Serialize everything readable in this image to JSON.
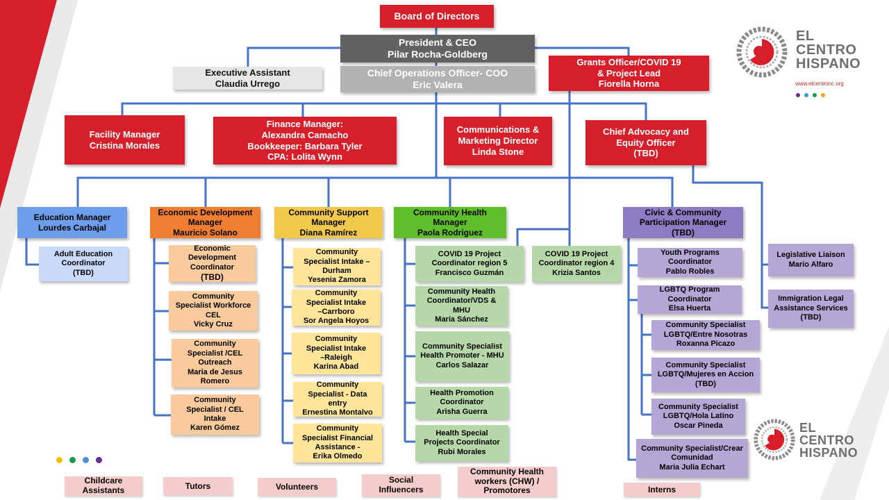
{
  "leadership": {
    "board": [
      "Board of Directors"
    ],
    "president": [
      "President & CEO",
      "Pilar Rocha-Goldberg"
    ],
    "exec_assistant": [
      "Executive Assistant",
      "Claudia Urrego"
    ],
    "coo": [
      "Chief Operations Officer- COO",
      "Eric Valera"
    ],
    "grants": [
      "Grants Officer/COVID 19",
      "& Project Lead",
      "Fiorella Horna"
    ]
  },
  "directors": {
    "facility": [
      "Facility  Manager",
      "Cristina Morales"
    ],
    "finance": [
      "Finance Manager:",
      "Alexandra Camacho",
      "Bookkeeper: Barbara Tyler",
      "CPA: Lolita Wynn"
    ],
    "communications": [
      "Communications &",
      "Marketing Director",
      "Linda Stone"
    ],
    "advocacy": [
      "Chief Advocacy and",
      "Equity Officer",
      "(TBD)"
    ]
  },
  "managers": {
    "education": [
      "Education Manager",
      "Lourdes Carbajal"
    ],
    "economic": [
      "Economic Development",
      "Manager",
      "Mauricio Solano"
    ],
    "community_support": [
      "Community Support",
      "Manager",
      "Diana Ramírez"
    ],
    "community_health": [
      "Community Health",
      "Manager",
      "Paola Rodriguez"
    ],
    "civic": [
      "Civic & Community",
      "Participation Manager",
      "(TBD)"
    ]
  },
  "education_staff": [
    [
      "Adult Education",
      "Coordinator",
      "(TBD)"
    ]
  ],
  "economic_staff": [
    [
      "Economic",
      "Development",
      "Coordinator",
      "(TBD)"
    ],
    [
      "Community",
      "Specialist Workforce",
      "CEL",
      "Vicky Cruz"
    ],
    [
      "Community",
      "Specialist /CEL",
      "Outreach",
      "Maria de Jesus",
      "Romero"
    ],
    [
      "Community",
      "Specialist / CEL",
      "Intake",
      "Karen Gómez"
    ]
  ],
  "support_staff": [
    [
      "Community",
      "Specialist Intake –",
      "Durham",
      "Yesenia Zamora"
    ],
    [
      "Community",
      "Specialist Intake",
      "–Carrboro",
      "Sor Angela Hoyos"
    ],
    [
      "Community",
      "Specialist Intake",
      "–Raleigh",
      "Karina Abad"
    ],
    [
      "Community",
      "Specialist - Data",
      "entry",
      "Ernestina Montalvo"
    ],
    [
      "Community",
      "Specialist Financial",
      "Assistance -",
      "Erika Olmedo"
    ]
  ],
  "health_staff": [
    [
      "COVID 19 Project",
      "Coordinator region 5",
      "Francisco Guzmán"
    ],
    [
      "Community Health",
      "Coordinator/VDS &",
      "MHU",
      "María Sánchez"
    ],
    [
      "Community Specialist",
      "Health Promoter - MHU",
      "Carlos Salazar"
    ],
    [
      "Health Promotion",
      "Coordinator",
      "Arisha Guerra"
    ],
    [
      "Health Special",
      "Projects Coordinator",
      "Rubi Morales"
    ]
  ],
  "covid_region4": [
    "COVID 19 Project",
    "Coordinator region 4",
    "Krizia Santos"
  ],
  "civic_staff": [
    [
      "Youth Programs",
      "Coordinator",
      "Pablo Robles"
    ],
    [
      "LGBTQ Program",
      "Coordinator",
      "Elsa Huerta"
    ],
    [
      "Community Specialist",
      "LGBTQ/Entre Nosotras",
      "Roxanna Picazo"
    ],
    [
      "Community Specialist",
      "LGBTQ/Mujeres en Accion",
      "(TBD)"
    ],
    [
      "Community Specialist",
      "LGBTQ/Hola Latino",
      "Oscar Pineda"
    ],
    [
      "Community Specialist/Crear",
      "Comunidad",
      "Maria Julia Echart"
    ]
  ],
  "advocacy_staff": [
    [
      "Legislative Liaison",
      "Mario Alfaro"
    ],
    [
      "Immigration Legal",
      "Assistance Services",
      "(TBD)"
    ]
  ],
  "volunteer_groups": [
    [
      "Childcare",
      "Assistants"
    ],
    [
      "Tutors"
    ],
    [
      "Volunteers"
    ],
    [
      "Social",
      "Influencers"
    ],
    [
      "Community Health",
      "workers (CHW) /",
      "Promotores"
    ],
    [
      "Interns"
    ]
  ],
  "logo": {
    "lines": [
      "EL",
      "CENTRO",
      "HISPANO"
    ],
    "url": "www.elcentronc.org",
    "dot_colors": [
      "#6a2c91",
      "#2e9fd9",
      "#1a9b4b",
      "#f2a51a"
    ]
  },
  "footer_dot_colors": [
    "#f2c200",
    "#1a9b4b",
    "#4a90d9",
    "#6a2c91"
  ],
  "colors": {
    "red": "#d71f2b",
    "connector": "#4472c4"
  }
}
